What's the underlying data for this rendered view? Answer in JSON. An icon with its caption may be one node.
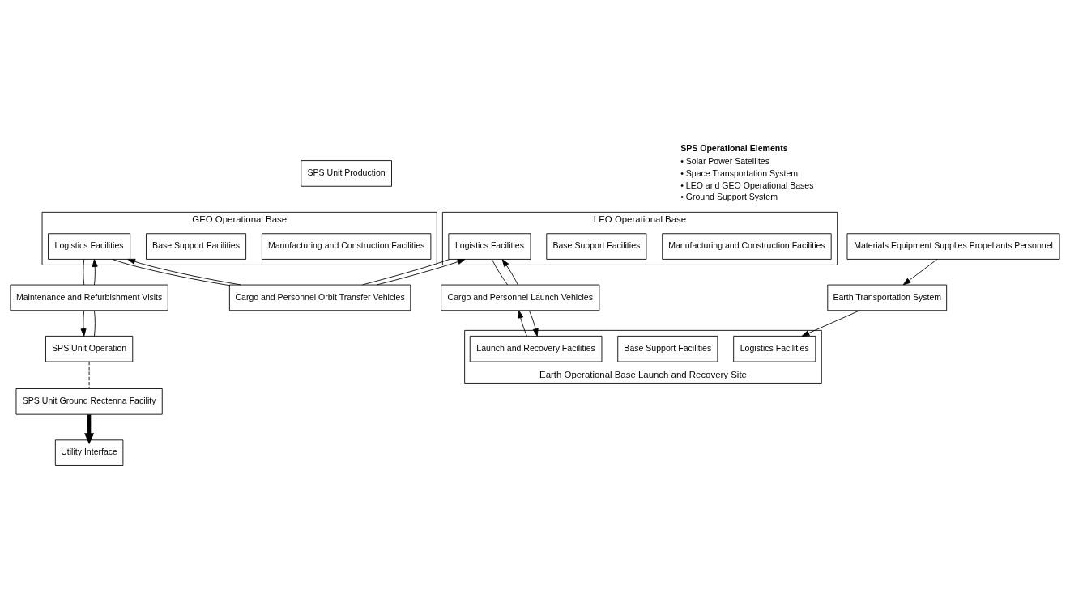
{
  "diagram": {
    "nodes": [
      {
        "text": [
          "SPS Unit Production"
        ]
      },
      {
        "text": [
          "GEO Operational Base"
        ]
      },
      {
        "text": [
          "Manufacturing and Construction Facilities"
        ],
        "in": 1
      },
      {
        "text": [
          "Base Support Facilities"
        ],
        "in": 1
      },
      {
        "text": [
          "Logistics Facilities"
        ],
        "in": 1
      },
      {
        "text": [
          "Maintenance and Refurbishment Visits"
        ]
      },
      {
        "text": [
          "SPS Unit Operation"
        ]
      },
      {
        "text": [
          "Cargo and Personnel Orbit Transfer Vehicles"
        ]
      },
      {
        "text": [
          "LEO Operational Base"
        ]
      },
      {
        "text": [
          "Manufacturing and Construction Facilities"
        ],
        "in": 8
      },
      {
        "text": [
          "Base Support Facilities"
        ],
        "in": 8
      },
      {
        "text": [
          "Logistics Facilities"
        ],
        "in": 8
      },
      {
        "text": [
          "Cargo and Personnel Launch Vehicles"
        ]
      },
      {
        "text": [
          "Materials Equipment Supplies Propellants Personnel"
        ]
      },
      {
        "text": [
          "Earth Transportation System"
        ]
      },
      {
        "text": [
          "Earth Operational Base Launch and Recovery Site"
        ]
      },
      {
        "text": [
          "Logistics Facilities"
        ],
        "in": 15
      },
      {
        "text": [
          "Base Support Facilities"
        ],
        "in": 15
      },
      {
        "text": [
          "Launch and Recovery Facilities"
        ],
        "in": 15
      },
      {
        "text": [
          "SPS Unit Ground Rectenna Facility"
        ]
      },
      {
        "text": [
          "Utility Interface"
        ]
      }
    ],
    "edges": [
      {
        "from": 5,
        "to": 4,
        "arrow": "to"
      },
      {
        "from": 4,
        "to": 5,
        "arrow": "none"
      },
      {
        "from": 6,
        "to": 5,
        "arrow": "none"
      },
      {
        "from": 5,
        "to": 6,
        "arrow": "to"
      },
      {
        "from": 7,
        "to": 4,
        "arrow": "to"
      },
      {
        "from": 4,
        "to": 7,
        "arrow": "none"
      },
      {
        "from": 11,
        "to": 7,
        "arrow": "none"
      },
      {
        "from": 7,
        "to": 11,
        "arrow": "to"
      },
      {
        "from": 12,
        "to": 11,
        "arrow": "to"
      },
      {
        "from": 11,
        "to": 12,
        "arrow": "none"
      },
      {
        "from": 18,
        "to": 12,
        "arrow": "to"
      },
      {
        "from": 12,
        "to": 18,
        "arrow": "to"
      },
      {
        "from": 13,
        "to": 14,
        "arrow": "to"
      },
      {
        "from": 14,
        "to": 16,
        "arrow": "to"
      },
      {
        "from": 19,
        "to": 20,
        "arrow": "to",
        "style": "thick"
      },
      {
        "from": 6,
        "to": 19,
        "arrow": "none",
        "style": "dashed"
      }
    ],
    "labels": [
      "SPS Operational Elements",
      "• Solar Power Satellites",
      "• Space Transportation System",
      "• LEO and GEO Operational Bases",
      "• Ground Support System"
    ]
  }
}
